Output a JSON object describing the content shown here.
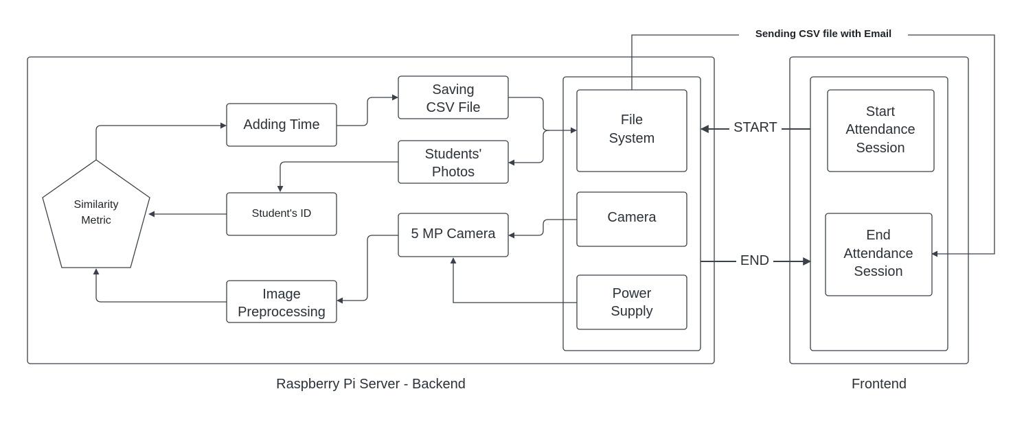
{
  "groups": {
    "backend_label": "Raspberry Pi Server - Backend",
    "frontend_label": "Frontend"
  },
  "nodes": {
    "adding_time": [
      "Adding Time"
    ],
    "saving_csv": [
      "Saving",
      "CSV File"
    ],
    "students_photos": [
      "Students'",
      "Photos"
    ],
    "students_id": [
      "Student's ID"
    ],
    "camera_5mp": [
      "5 MP Camera"
    ],
    "image_preprocessing": [
      "Image",
      "Preprocessing"
    ],
    "similarity_metric": [
      "Similarity",
      "Metric"
    ],
    "file_system": [
      "File",
      "System"
    ],
    "camera": [
      "Camera"
    ],
    "power_supply": [
      "Power",
      "Supply"
    ],
    "start_session": [
      "Start",
      "Attendance",
      "Session"
    ],
    "end_session": [
      "End",
      "Attendance",
      "Session"
    ]
  },
  "edges": {
    "sending_csv": "Sending CSV file with Email",
    "start": "START",
    "end": "END"
  }
}
